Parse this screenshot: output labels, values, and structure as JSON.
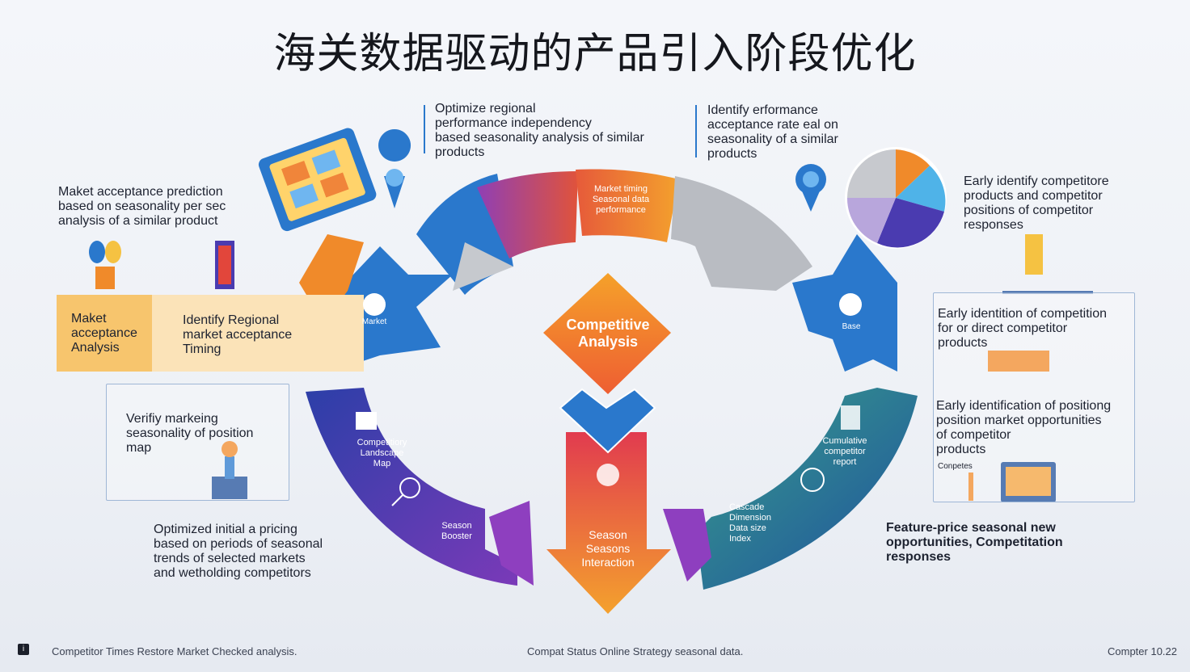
{
  "title": "海关数据驱动的产品引入阶段优化",
  "top_notes": {
    "left": [
      "Optimize regional",
      "performance independency",
      "based seasonality analysis of similar",
      "products"
    ],
    "right": [
      "Identify erformance",
      "acceptance rate eal on",
      "seasonality of a similar",
      "products"
    ]
  },
  "left_note": [
    "Maket acceptance prediction",
    "based on seasonality per sec",
    "analysis of a similar product"
  ],
  "left_band": {
    "col1": [
      "Maket",
      "acceptance",
      "Analysis"
    ],
    "col2": [
      "Identify Regional",
      "market acceptance",
      "Timing"
    ]
  },
  "left_panel": [
    "Verifiy markeing",
    "seasonality of position",
    "map"
  ],
  "bottom_left_note": [
    "Optimized initial a pricing",
    "based on periods of seasonal",
    "trends of selected markets",
    "and wetholding competitors"
  ],
  "right_note_top": [
    "Early identify competitore",
    "products and competitor",
    "positions of competitor",
    "responses"
  ],
  "right_panel_1": [
    "Early identition of competition",
    "for or direct competitor",
    "products"
  ],
  "right_panel_2": [
    "Early identification of positiong",
    "position market opportunities",
    "of competitor",
    "products"
  ],
  "right_panel_2_small": "Conpetes",
  "bottom_right_note": [
    "Feature-price seasonal new",
    "opportunities, Competitation",
    "responses"
  ],
  "segments": {
    "top_left_pink": "",
    "top_orange": [
      "Market timing",
      "Seasonal data",
      "performance"
    ],
    "left_blue": "Market",
    "right_blue": "Base",
    "bottom_left_purple": [
      "Competitiory",
      "Landscape",
      "Map"
    ],
    "bottom_left_purple_2": [
      "Season",
      "Booster"
    ],
    "bottom_right_green": [
      "Cumulative",
      "competitor",
      "report"
    ],
    "bottom_right_blue": [
      "Cascade",
      "Dimension",
      "Data size",
      "Index"
    ]
  },
  "center": {
    "diamond": [
      "Competitive",
      "Analysis"
    ],
    "arrow": [
      "Season",
      "Seasons",
      "Interaction"
    ]
  },
  "footer": {
    "left": "Competitor Times Restore Market Checked analysis.",
    "center": "Compat Status Online Strategy seasonal data.",
    "right": "Compter 10.22"
  },
  "colors": {
    "orange": "#f08a2a",
    "blue": "#2a78cc",
    "purple": "#5b3fb0",
    "green": "#2f8f73",
    "grey": "#b9bcc2",
    "pink": "#c23b6e",
    "navy": "#1f4f9a"
  },
  "icons": [
    "tablet-grid-icon",
    "location-pin-icon",
    "pie-chart-icon",
    "plant-pot-icon",
    "bar-column-icon",
    "trophy-icon",
    "spreadsheet-icon",
    "monitor-icon",
    "heart-icon",
    "book-icon",
    "magnifier-icon"
  ]
}
